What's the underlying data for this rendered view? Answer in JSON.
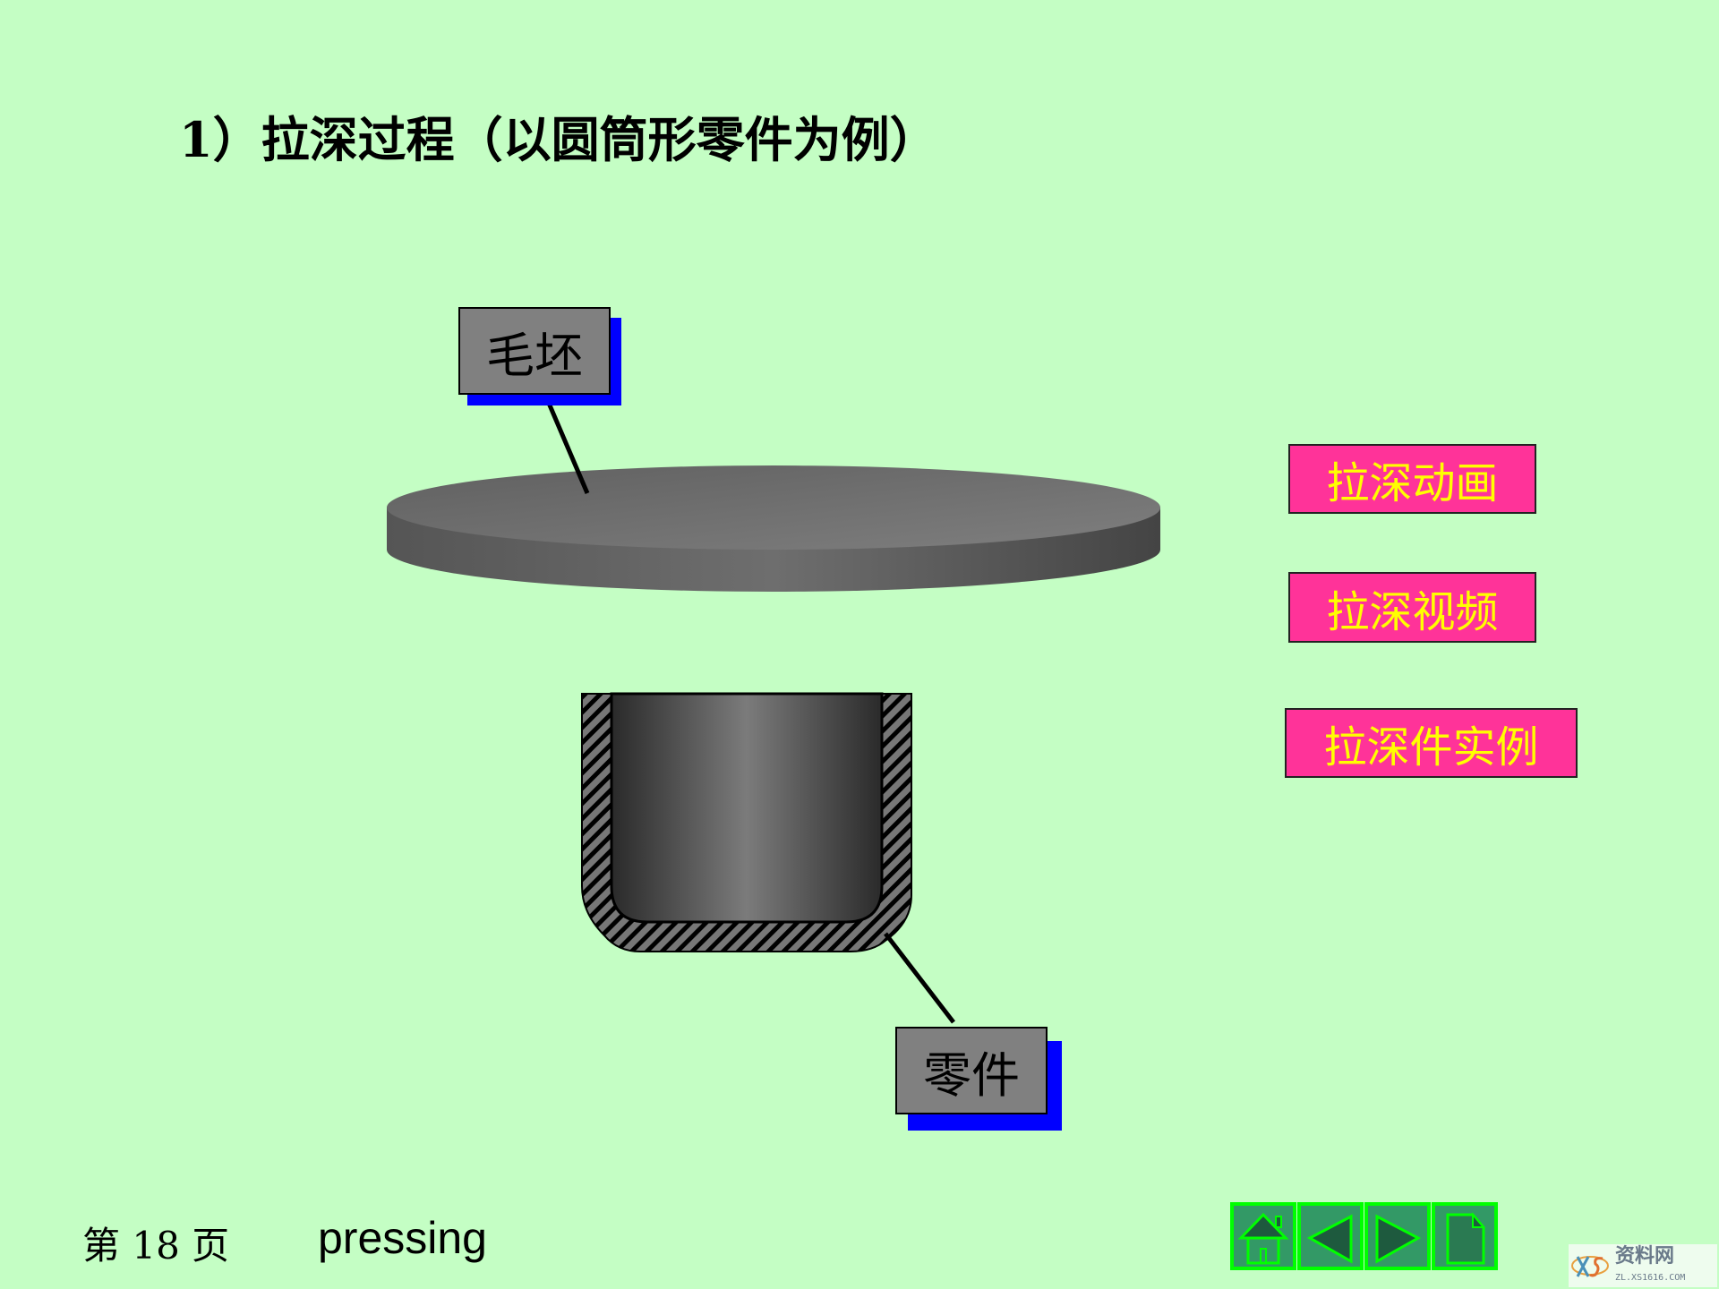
{
  "title": "1）拉深过程（以圆筒形零件为例）",
  "labels": {
    "blank": "毛坯",
    "part": "零件"
  },
  "buttons": [
    {
      "label": "拉深动画"
    },
    {
      "label": "拉深视频"
    },
    {
      "label": "拉深件实例"
    }
  ],
  "footer": {
    "page": "第 18 页",
    "word": "pressing"
  },
  "nav": [
    {
      "icon": "home-icon"
    },
    {
      "icon": "previous-icon"
    },
    {
      "icon": "next-icon"
    },
    {
      "icon": "document-icon"
    }
  ],
  "watermark": {
    "brand": "资料网",
    "url": "ZL.XS1616.COM"
  },
  "colors": {
    "background": "#c4fec4",
    "button": "#ff3399",
    "button_text": "#ffff00",
    "label_shadow": "#0000ff",
    "nav": "#339966",
    "nav_border": "#00ff00"
  }
}
